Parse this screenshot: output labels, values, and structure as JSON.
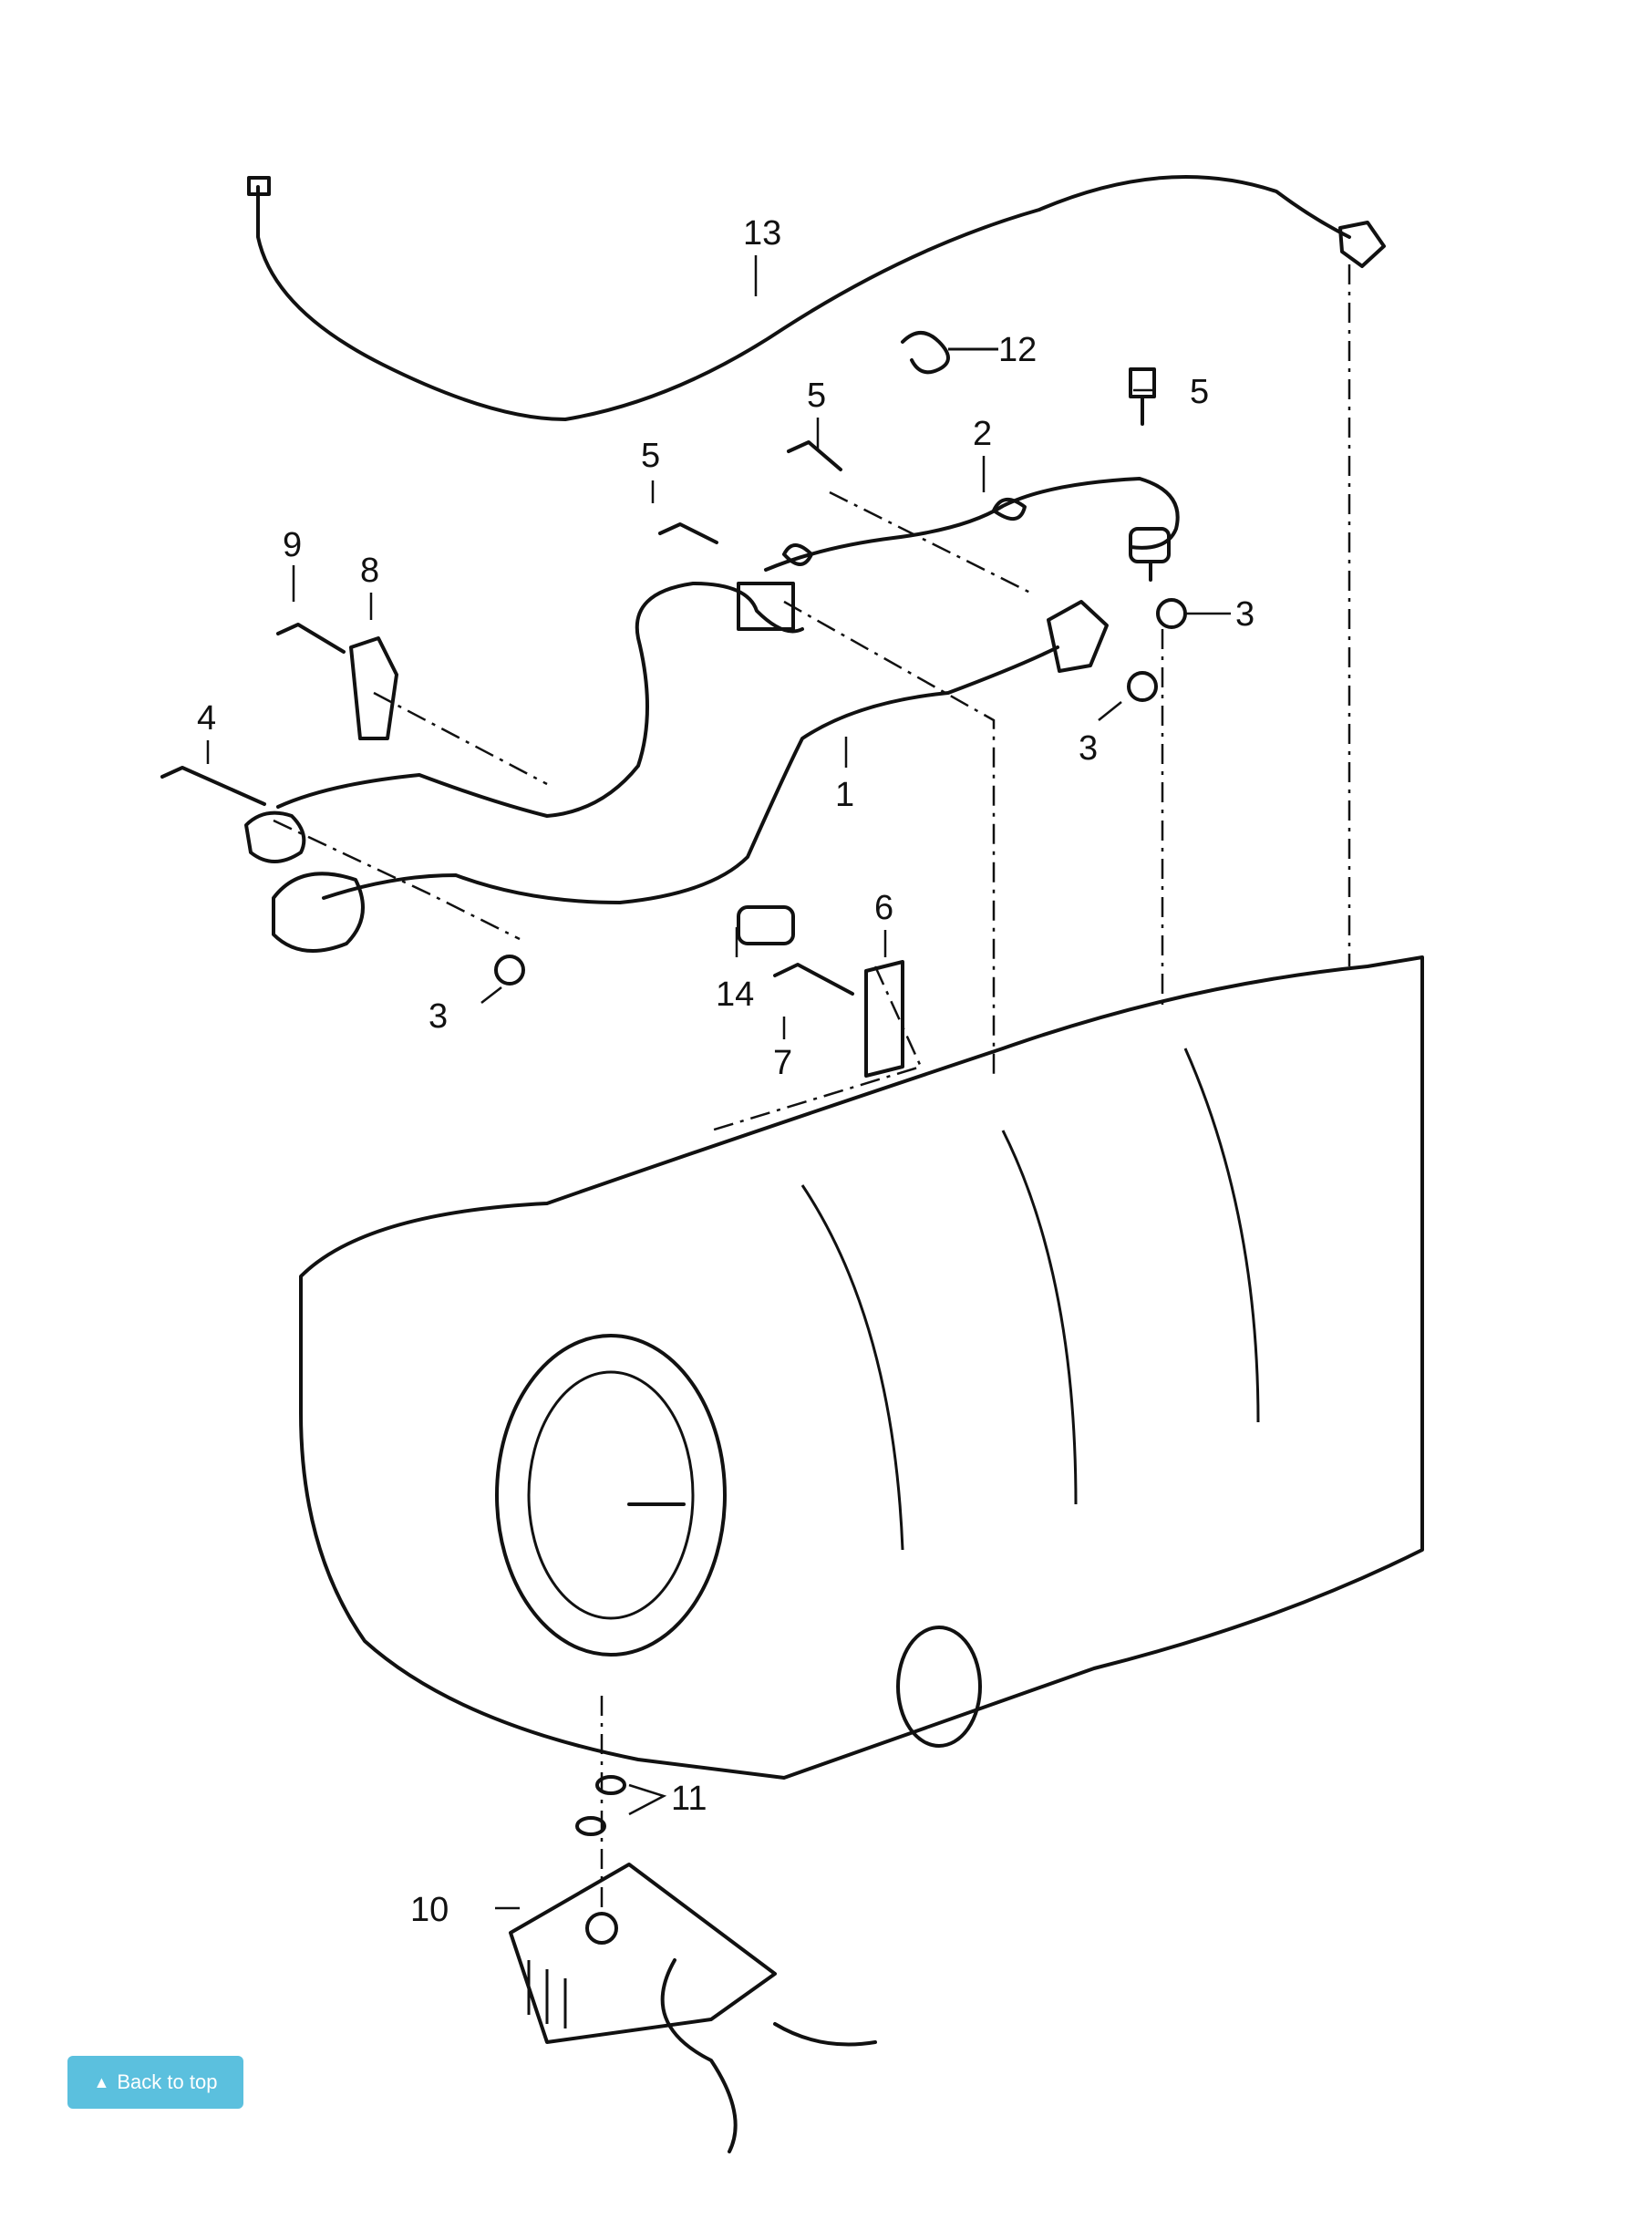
{
  "callouts": {
    "c1": "1",
    "c2": "2",
    "c3a": "3",
    "c3b": "3",
    "c3c": "3",
    "c4": "4",
    "c5a": "5",
    "c5b": "5",
    "c5c": "5",
    "c6": "6",
    "c7": "7",
    "c8": "8",
    "c9": "9",
    "c10": "10",
    "c11": "11",
    "c12": "12",
    "c13": "13",
    "c14": "14"
  },
  "back_to_top": {
    "label": "Back to top",
    "icon": "chevron-up-icon",
    "color": "#5bc0de"
  }
}
